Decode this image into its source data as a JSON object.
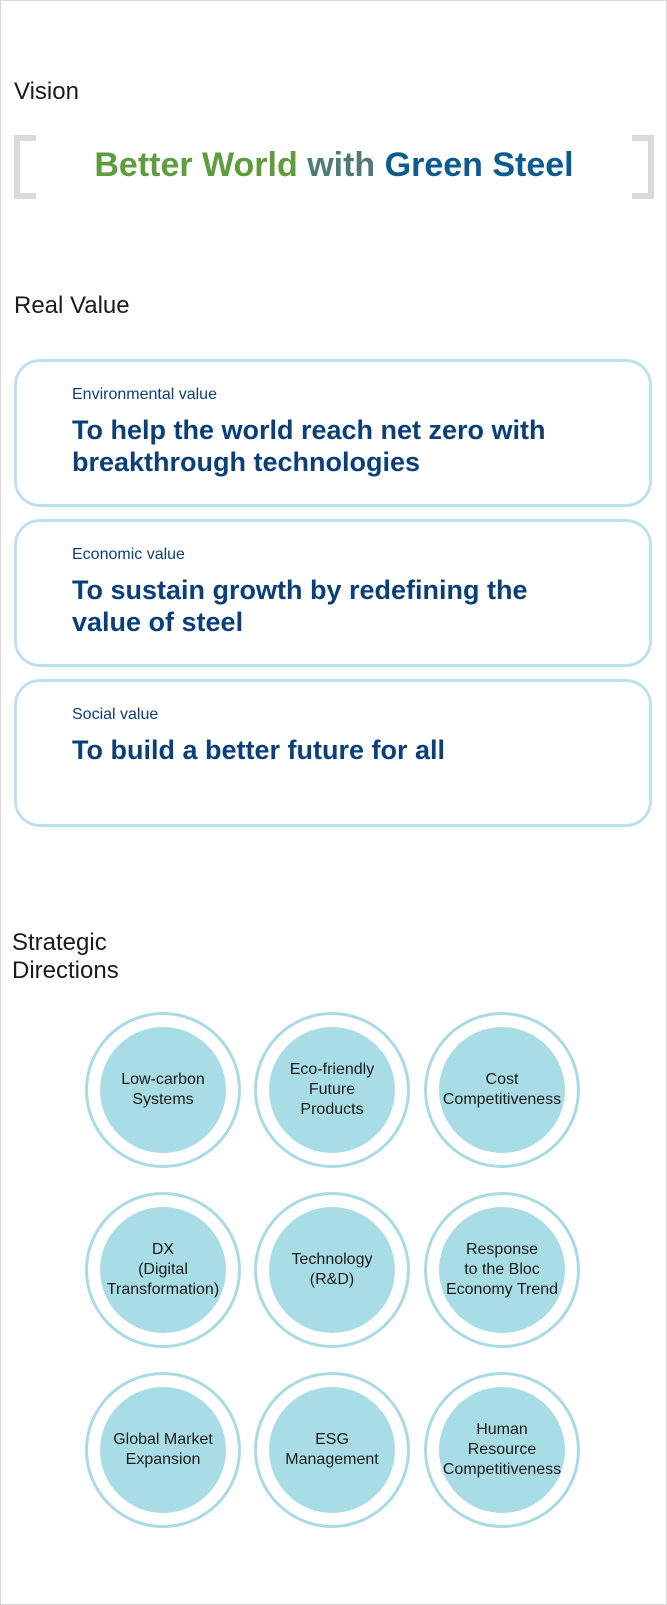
{
  "vision": {
    "heading": "Vision",
    "part1": "Better World",
    "part2": "with",
    "part3": "Green Steel"
  },
  "real_value": {
    "heading": "Real Value",
    "items": [
      {
        "label": "Environmental value",
        "description": "To help the world reach net zero with breakthrough technologies"
      },
      {
        "label": "Economic value",
        "description": "To sustain growth by redefining the value of steel"
      },
      {
        "label": "Social value",
        "description": "To build a better future for all"
      }
    ]
  },
  "strategic_directions": {
    "heading": "Strategic Directions",
    "items": [
      "Low-carbon\nSystems",
      "Eco-friendly\nFuture\nProducts",
      "Cost\nCompetitiveness",
      "DX\n(Digital\nTransformation)",
      "Technology\n(R&D)",
      "Response\nto the Bloc\nEconomy Trend",
      "Global Market\nExpansion",
      "ESG\nManagement",
      "Human\nResource\nCompetitiveness"
    ]
  },
  "colors": {
    "green": "#5f9c3c",
    "teal_grey": "#507a74",
    "blue": "#0b5b8f",
    "navy_text": "#0b3f7a",
    "card_border": "#bde0f1",
    "circle_fill": "#a9dde5"
  }
}
